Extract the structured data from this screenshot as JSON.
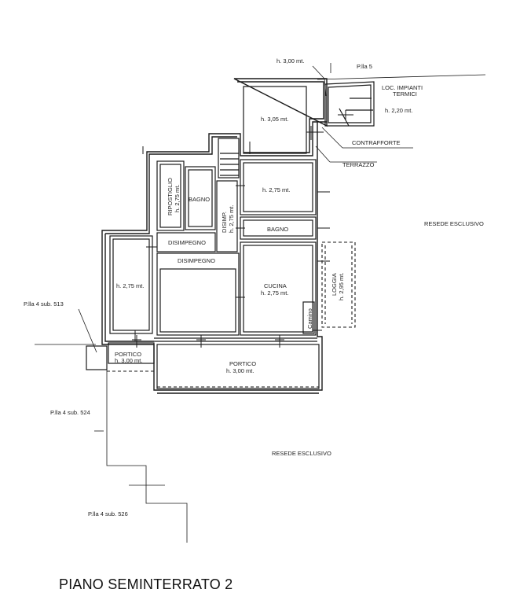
{
  "drawing": {
    "title": "PIANO SEMINTERRATO 2",
    "labels": {
      "h_300_top": "h. 3,00 mt.",
      "plla5": "P.lla 5",
      "loc_impianti": "LOC. IMPIANTI",
      "termici": "TERMICI",
      "h_220": "h. 2,20 mt.",
      "h_305": "h. 3,05 mt.",
      "contrafforte": "CONTRAFFORTE",
      "terrazzo": "TERRAZZO",
      "ripostiglio": "RIPOSTIGLIO",
      "ripostiglio_h": "h. 2,75 mt.",
      "bagno_left": "BAGNO",
      "disimp": "DISIMP.",
      "disimp_h": "h. 2,75 mt.",
      "h_275_room": "h. 2,75 mt.",
      "bagno_right": "BAGNO",
      "resede_right": "RESEDE ESCLUSIVO",
      "disimpegno_top": "DISIMPEGNO",
      "disimpegno": "DISIMPEGNO",
      "h_275_left": "h. 2,75 mt.",
      "cucina": "CUCINA",
      "cucina_h": "h. 2,75 mt.",
      "loggia": "LOGGIA",
      "loggia_h": "h. 2,95 mt.",
      "camino": "Camino",
      "plla4_513": "P.lla 4 sub. 513",
      "portico_small": "PORTICO",
      "portico_small_h": "h. 3,00 mt.",
      "portico_big": "PORTICO",
      "portico_big_h": "h. 3,00 mt.",
      "plla4_524": "P.lla 4 sub. 524",
      "resede_bottom": "RESEDE ESCLUSIVO",
      "plla4_526": "P.lla 4 sub. 526"
    }
  }
}
